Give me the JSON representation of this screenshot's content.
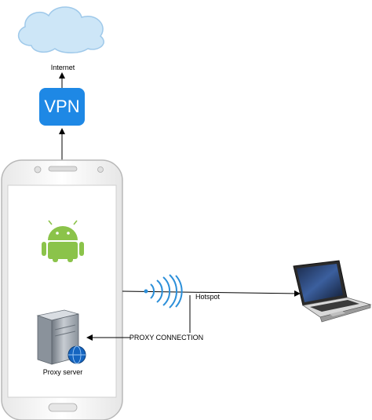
{
  "nodes": {
    "internet": {
      "label": "Internet"
    },
    "vpn": {
      "label": "VPN",
      "color": "#1e88e5"
    },
    "proxy_server": {
      "label": "Proxy server"
    },
    "laptop": {
      "label": ""
    },
    "phone": {
      "label": ""
    },
    "android": {
      "label": "",
      "color": "#8bc34a"
    }
  },
  "edges": {
    "hotspot": {
      "label": "Hotspot"
    },
    "proxy_connection": {
      "label": "PROXY CONNECTION"
    }
  },
  "colors": {
    "cloud": "#cde6f7",
    "cloud_stroke": "#9fc9ea",
    "wifi": "#2b8fd9",
    "line": "#000000"
  }
}
